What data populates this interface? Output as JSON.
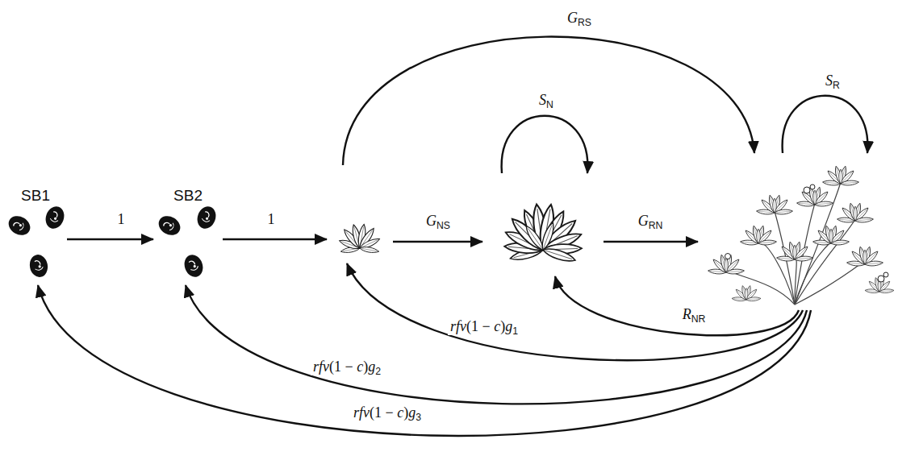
{
  "diagram": {
    "nodes": [
      {
        "text": [
          "SB1"
        ]
      },
      {
        "text": [
          "SB2"
        ]
      },
      {
        "text": []
      },
      {
        "text": []
      },
      {
        "text": []
      }
    ],
    "edges": [
      {
        "from": 0,
        "to": 1,
        "label": "1",
        "arrow": "to"
      },
      {
        "from": 1,
        "to": 2,
        "label": "1",
        "arrow": "to"
      },
      {
        "from": 2,
        "to": 4,
        "label": "GRS",
        "arrow": "to"
      },
      {
        "from": 2,
        "to": 3,
        "label": "GNS",
        "arrow": "to"
      },
      {
        "from": 3,
        "to": 3,
        "label": "SN",
        "arrow": "to"
      },
      {
        "from": 3,
        "to": 4,
        "label": "GRN",
        "arrow": "to"
      },
      {
        "from": 4,
        "to": 4,
        "label": "SR",
        "arrow": "to"
      },
      {
        "from": 4,
        "to": 3,
        "label": "RNR",
        "arrow": "to"
      },
      {
        "from": 4,
        "to": 2,
        "label": "rfv(1 − c)g1",
        "arrow": "to"
      },
      {
        "from": 4,
        "to": 1,
        "label": "rfv(1 − c)g2",
        "arrow": "to"
      },
      {
        "from": 4,
        "to": 0,
        "label": "rfv(1 − c)g3",
        "arrow": "to"
      }
    ]
  }
}
